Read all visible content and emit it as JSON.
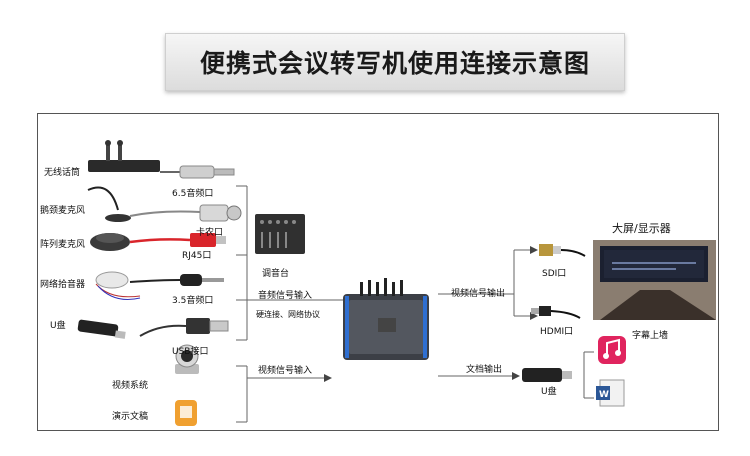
{
  "title": "便携式会议转写机使用连接示意图",
  "sources": {
    "wireless_mic": "无线话筒",
    "gooseneck_mic": "鹅颈麦克风",
    "array_mic": "阵列麦克风",
    "network_pickup": "网络拾音器",
    "usb_disk": "U盘",
    "video_system": "视频系统",
    "presentation": "演示文稿"
  },
  "connectors": {
    "jack_65": "6.5音频口",
    "xlr": "卡农口",
    "rj45": "RJ45口",
    "jack_35": "3.5音频口",
    "usb": "USB接口"
  },
  "mixer": "调音台",
  "audio_input": "音频信号输入",
  "network_note": "硬连接、网络协议",
  "video_input": "视频信号输入",
  "video_output": "视频信号输出",
  "sdi": "SDI口",
  "hdmi": "HDMI口",
  "display": "大屏/显示器",
  "subtitle_wall": "字幕上墙",
  "doc_output": "文档输出",
  "usb_out": "U盘",
  "colors": {
    "rj45_red": "#d9252b",
    "music_pink": "#e0245e",
    "word_blue": "#2b5797",
    "ppt_orange": "#f0a030"
  }
}
